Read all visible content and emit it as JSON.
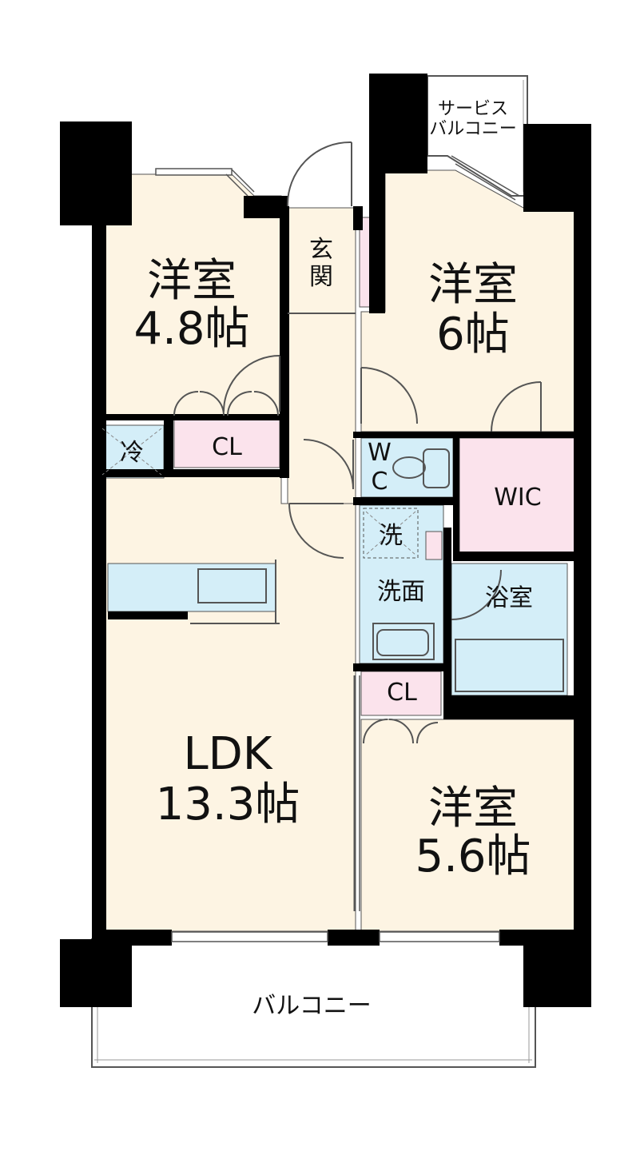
{
  "colors": {
    "floor": "#fdf4e3",
    "closet": "#fbe3ec",
    "wet": "#d4eef8",
    "wall": "#000000",
    "line": "#555555"
  },
  "rooms": {
    "bedroom_nw": {
      "name": "洋室",
      "size": "4.8帖"
    },
    "bedroom_ne": {
      "name": "洋室",
      "size": "6帖"
    },
    "bedroom_se": {
      "name": "洋室",
      "size": "5.6帖"
    },
    "ldk": {
      "name": "LDK",
      "size": "13.3帖"
    },
    "entrance_top": "玄",
    "entrance_bottom": "関",
    "closet_nw": "CL",
    "closet_s": "CL",
    "wic": "WIC",
    "wc_top": "W",
    "wc_bottom": "C",
    "washroom": "洗面",
    "bath": "浴室",
    "washer": "洗",
    "fridge": "冷"
  },
  "balcony": "バルコニー",
  "service_balcony": {
    "line1": "サービス",
    "line2": "バルコニー"
  }
}
